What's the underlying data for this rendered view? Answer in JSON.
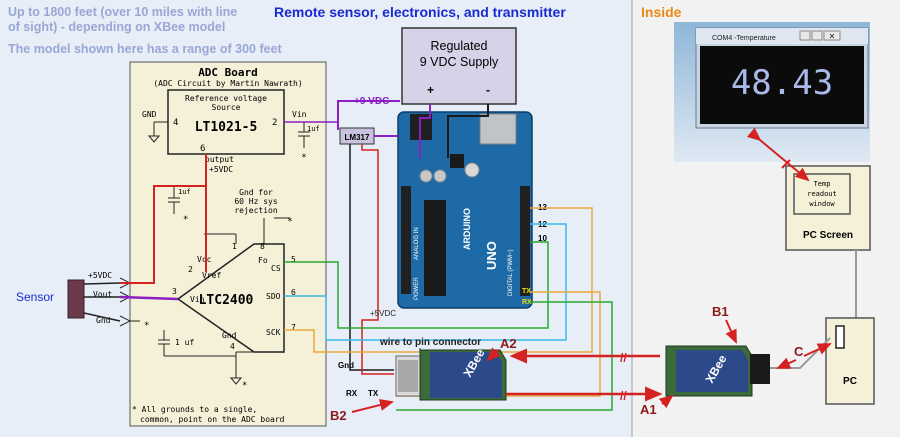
{
  "header": {
    "range_note_line1": "Up to 1800 feet (over 10 miles with line",
    "range_note_line2": "of sight) - depending on XBee model",
    "model_note": "The model shown here has a range of 300 feet",
    "remote_title": "Remote sensor, electronics, and transmitter",
    "inside_title": "Inside"
  },
  "power_supply": {
    "line1": "Regulated",
    "line2": "9 VDC Supply",
    "plus": "+",
    "minus": "-"
  },
  "labels": {
    "plus9": "+9 VDC",
    "regulator": "LM317",
    "plus5_board": "+5VDC"
  },
  "adc_board": {
    "title": "ADC Board",
    "subtitle": "(ADC Circuit by Martin Nawrath)",
    "ref_title_1": "Reference voltage",
    "ref_title_2": "Source",
    "ref_chip": "LT1021-5",
    "gnd": "GND",
    "pin4": "4",
    "pin2": "2",
    "pin6": "6",
    "vin": "Vin",
    "cap_1uf": "1uf",
    "output_1": "output",
    "output_2": "+5VDC",
    "gnd_note_1": "Gnd for",
    "gnd_note_2": "60 Hz sys",
    "gnd_note_3": "rejection",
    "chip": "LTC2400",
    "vcc": "Vcc",
    "vref": "Vref",
    "vin_in": "Vin",
    "gnd_chip": "Gnd",
    "fo": "Fo",
    "cs": "CS",
    "sdo": "SDO",
    "sck": "SCK",
    "pin1": "1",
    "pin8": "8",
    "pin3": "3",
    "pin4b": "4",
    "pin5": "5",
    "pin6b": "6",
    "pin7": "7",
    "pin2b": "2",
    "cap_left": "1uf",
    "cap_bottom": "1 uf",
    "in_5v": "+5VDC",
    "in_vout": "Vout",
    "in_gnd": "Gnd",
    "footnote_1": "* All grounds to a single,",
    "footnote_2": "common, point on the ADC board"
  },
  "sensor": {
    "label": "Sensor"
  },
  "arduino": {
    "brand": "ARDUINO",
    "model": "UNO",
    "pin13": "13",
    "pin12": "12",
    "pin10": "10",
    "tx": "TX",
    "rx": "RX",
    "analog_in": "ANALOG IN",
    "power": "POWER",
    "digital": "DIGITAL (PWM~)"
  },
  "xbee_remote": {
    "connector_label": "wire to pin connector",
    "gnd": "Gnd",
    "rx": "RX",
    "tx": "TX",
    "brand": "XBee",
    "label_a2": "A2",
    "label_b2": "B2"
  },
  "xbee_inside": {
    "brand": "XBee",
    "label_b1": "B1",
    "label_a1": "A1",
    "label_c": "C"
  },
  "window": {
    "title": "COM4 -Temperature",
    "reading": "48.43"
  },
  "pc": {
    "readout_1": "Temp",
    "readout_2": "readout",
    "readout_3": "window",
    "screen_label": "PC Screen",
    "pc_label": "PC"
  },
  "colors": {
    "remote_bg": "#e7eef7",
    "inside_bg": "#f2f2f2",
    "board_bg": "#f5f0d8",
    "note_blue": "#9aa7d6",
    "title_blue": "#1a2ad1",
    "inside_orange": "#e98a12",
    "wire_red": "#d42222",
    "wire_purple": "#8b1fc4",
    "wire_green": "#2aa830",
    "wire_cyan": "#3ab8e8",
    "wire_orange": "#e8a83a",
    "wire_black": "#1a1a1a",
    "arduino_blue": "#1d6aa6",
    "xbee_green": "#3c6b3a",
    "reading_blue": "#a9b9e8"
  }
}
